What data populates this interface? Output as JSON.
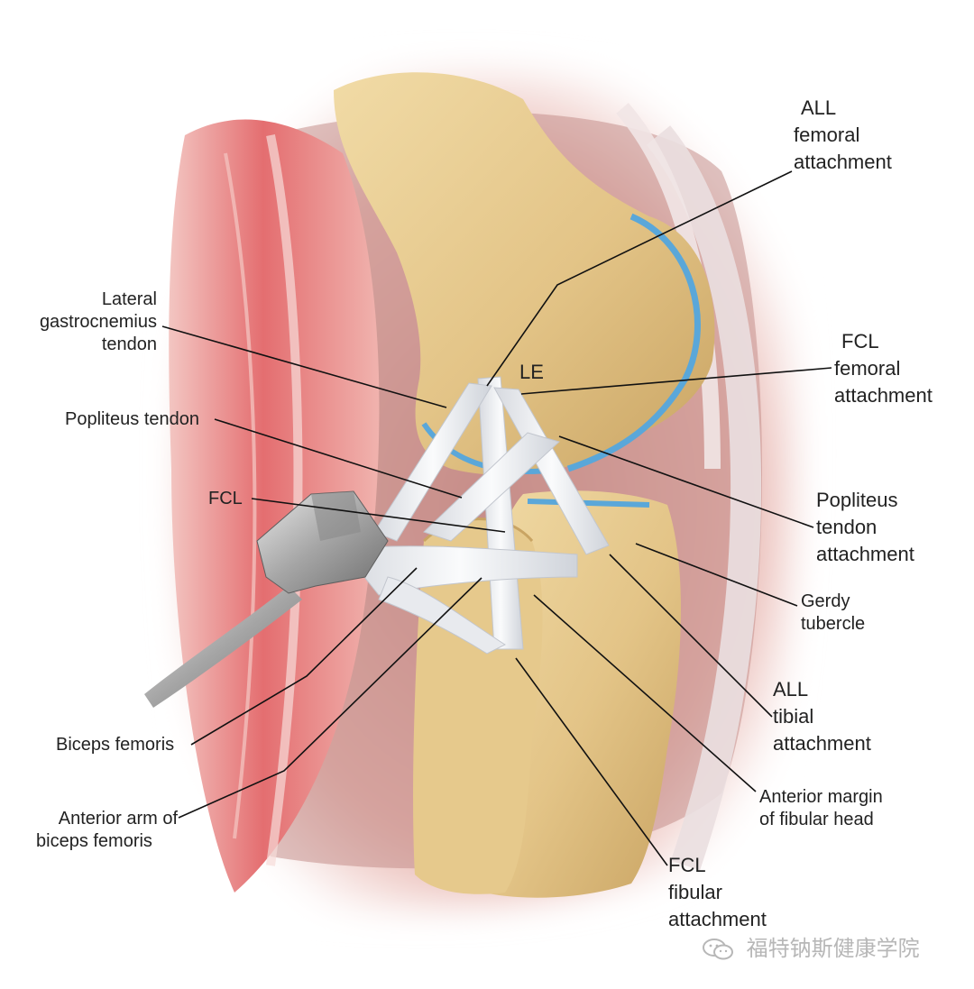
{
  "labels": {
    "all_femoral": [
      "ALL",
      "femoral",
      "attachment"
    ],
    "lateral_gastroc": [
      "Lateral",
      "gastrocnemius",
      "tendon"
    ],
    "le": "LE",
    "fcl_femoral": [
      "FCL",
      "femoral",
      "attachment"
    ],
    "popliteus_tendon": "Popliteus tendon",
    "fcl": "FCL",
    "popliteus_attach": [
      "Popliteus",
      "tendon",
      "attachment"
    ],
    "gerdy": [
      "Gerdy",
      "tubercle"
    ],
    "all_tibial": [
      "ALL",
      "tibial",
      "attachment"
    ],
    "biceps": "Biceps femoris",
    "anterior_arm": [
      "Anterior arm of",
      "biceps femoris"
    ],
    "anterior_margin": [
      "Anterior margin",
      "of fibular head"
    ],
    "fcl_fibular": [
      "FCL",
      "fibular",
      "attachment"
    ]
  },
  "watermark": {
    "text": "福特钠斯健康学院",
    "icon": "wechat-bubble-icon"
  },
  "colors": {
    "bone": "#e9cf94",
    "bone_shadow": "#c9a867",
    "muscle": "#e8797a",
    "ligament": "#eef0f4",
    "cartilage": "#5aa7d9",
    "label_text": "#222222",
    "leader_line": "#111111"
  }
}
